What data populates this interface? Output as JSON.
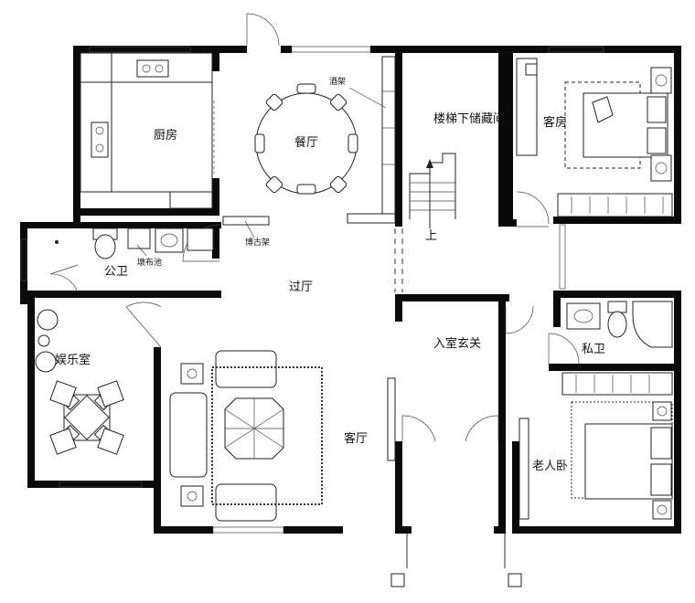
{
  "rooms": {
    "kitchen": "厨房",
    "dining": "餐厅",
    "storage": "楼梯下储藏间",
    "guest": "客房",
    "bath_public": "公卫",
    "hall": "过厅",
    "entertainment": "娱乐室",
    "living": "客厅",
    "entry": "入室玄关",
    "bath_private": "私卫",
    "elder": "老人卧"
  },
  "annotations": {
    "wine_rack": "酒架",
    "mop_sink": "墩布池",
    "curio_shelf": "博古架",
    "stair_up": "上"
  },
  "colors": {
    "wall": "#0a0a0a",
    "line": "#222222"
  }
}
